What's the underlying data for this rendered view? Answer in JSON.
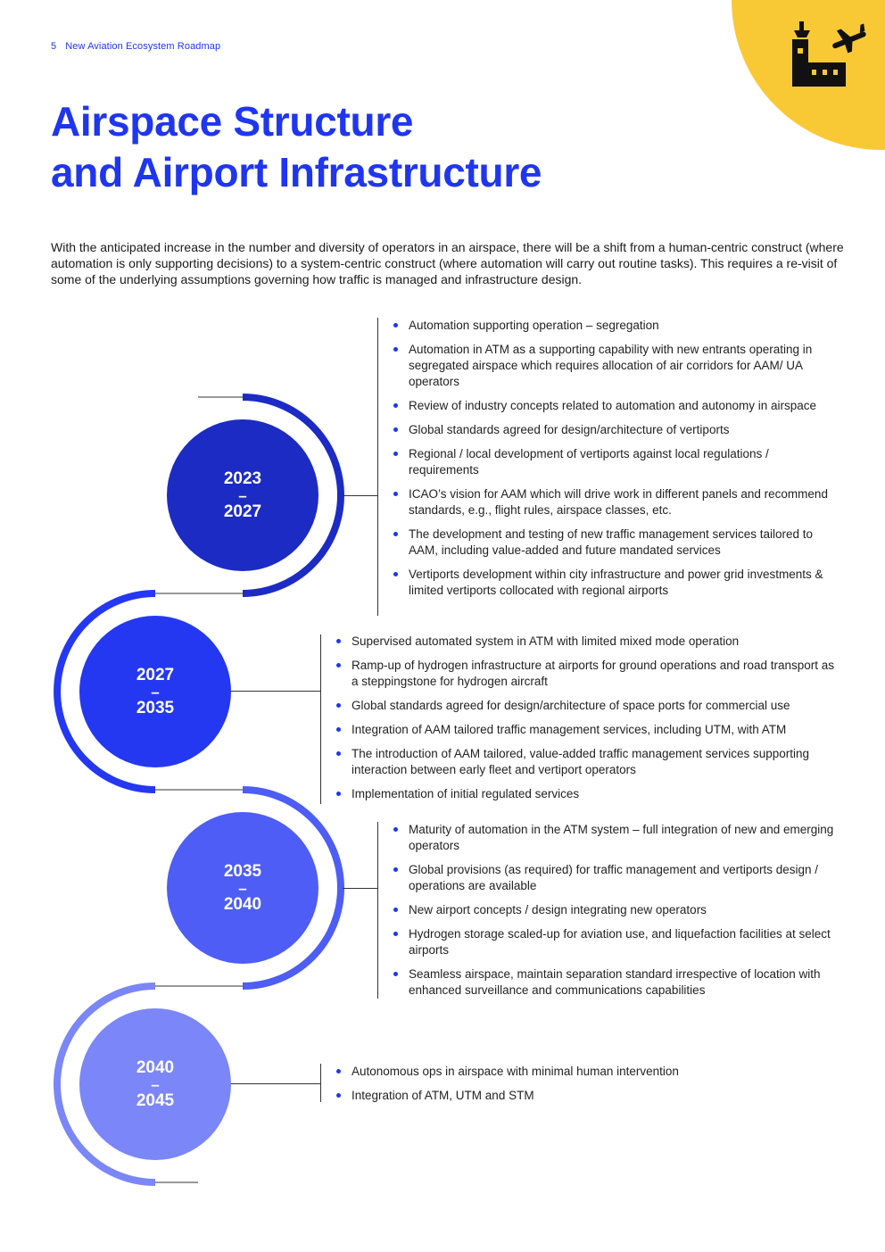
{
  "header": {
    "page_number": "5",
    "doc_title": "New Aviation Ecosystem Roadmap"
  },
  "title": {
    "line1": "Airspace Structure",
    "line2": "and Airport Infrastructure"
  },
  "intro": "With the anticipated increase in the number and diversity of operators in an airspace, there will be a shift from a human-centric construct (where automation is only supporting decisions) to a system-centric construct (where automation will carry out routine tasks). This requires a re-visit of some of the underlying assumptions governing how traffic is managed and infrastructure design.",
  "colors": {
    "accent": "#1f36f0",
    "corner": "#f9c935",
    "phase1": "#1c2bc4",
    "phase2": "#2438f2",
    "phase3": "#4d5df5",
    "phase4": "#7b86f8"
  },
  "icon": "airport-tower-plane-icon",
  "phases": [
    {
      "start": "2023",
      "sep": "–",
      "end": "2027",
      "items": [
        "Automation supporting operation – segregation",
        "Automation in ATM as a supporting capability with new entrants operating in segregated airspace which requires allocation of air corridors for AAM/ UA operators",
        "Review of industry concepts related to automation and autonomy in airspace",
        "Global standards agreed for design/architecture of vertiports",
        "Regional / local development of vertiports against local regulations / requirements",
        "ICAO’s vision for AAM which will drive work in different panels and recommend standards, e.g., flight rules, airspace classes, etc.",
        "The development and testing of new traffic management services tailored to AAM, including value-added and future mandated services",
        "Vertiports development within city infrastructure and power grid investments & limited vertiports collocated with regional airports"
      ]
    },
    {
      "start": "2027",
      "sep": "–",
      "end": "2035",
      "items": [
        "Supervised automated system in ATM with limited mixed mode operation",
        "Ramp-up of hydrogen infrastructure at airports for ground operations and road transport as a steppingstone for hydrogen aircraft",
        "Global standards agreed for design/architecture of space ports for commercial use",
        "Integration of AAM tailored traffic management services, including UTM, with ATM",
        "The introduction of AAM tailored, value-added traffic management services supporting interaction between early fleet and vertiport operators",
        "Implementation of initial regulated services"
      ]
    },
    {
      "start": "2035",
      "sep": "–",
      "end": "2040",
      "items": [
        "Maturity of automation in the ATM system – full integration of new and emerging operators",
        "Global provisions (as required) for traffic management and vertiports design / operations are available",
        "New airport concepts / design integrating new operators",
        "Hydrogen storage scaled-up for aviation use, and liquefaction facilities at select airports",
        "Seamless airspace, maintain separation standard irrespective of location with enhanced surveillance and communications capabilities"
      ]
    },
    {
      "start": "2040",
      "sep": "–",
      "end": "2045",
      "items": [
        "Autonomous ops in airspace with minimal human intervention",
        "Integration of ATM, UTM and STM"
      ]
    }
  ]
}
